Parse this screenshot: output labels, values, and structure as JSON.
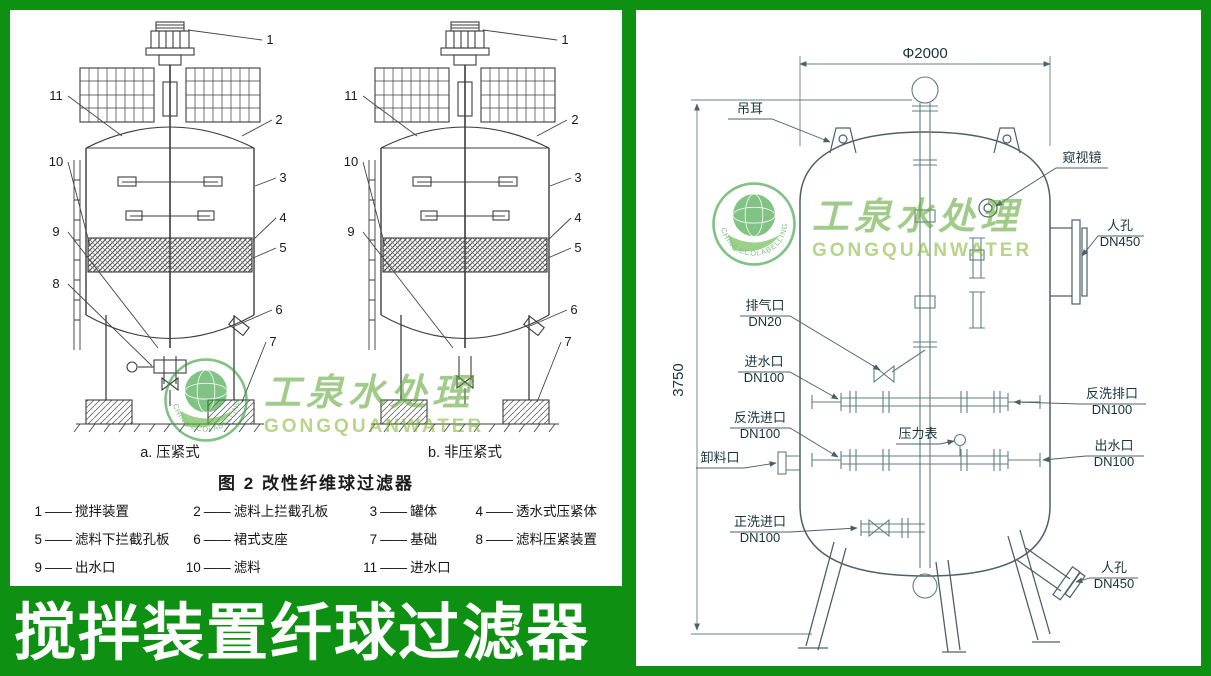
{
  "title": "搅拌装置纤球过滤器",
  "colors": {
    "background": "#0e9012",
    "panel": "#ffffff",
    "drawing_ink": "#3c3c3c",
    "right_ink": "#4d6066",
    "watermark_green": "#2f9a35"
  },
  "figure": {
    "caption": "图 2   改性纤维球过滤器",
    "caption_a": "a. 压紧式",
    "caption_b": "b. 非压紧式"
  },
  "legend": {
    "dash": "——",
    "items": [
      {
        "num": "1",
        "label": "搅拌装置"
      },
      {
        "num": "2",
        "label": "滤料上拦截孔板"
      },
      {
        "num": "3",
        "label": "罐体"
      },
      {
        "num": "4",
        "label": "透水式压紧体"
      },
      {
        "num": "5",
        "label": "滤料下拦截孔板"
      },
      {
        "num": "6",
        "label": "裙式支座"
      },
      {
        "num": "7",
        "label": "基础"
      },
      {
        "num": "8",
        "label": "滤料压紧装置"
      },
      {
        "num": "9",
        "label": "出水口"
      },
      {
        "num": "10",
        "label": "滤料"
      },
      {
        "num": "11",
        "label": "进水口"
      }
    ]
  },
  "right_drawing": {
    "dim_width": "Φ2000",
    "dim_height": "3750",
    "labels": {
      "lifting_lug": "吊耳",
      "sight_glass": "窥视镜",
      "manhole_top": "人孔",
      "manhole_top_dn": "DN450",
      "vent": "排气口",
      "vent_dn": "DN20",
      "inlet": "进水口",
      "inlet_dn": "DN100",
      "backwash_in": "反洗进口",
      "backwash_in_dn": "DN100",
      "discharge": "卸料口",
      "forward_wash": "正洗进口",
      "forward_wash_dn": "DN100",
      "backwash_out": "反洗排口",
      "backwash_out_dn": "DN100",
      "pressure_gauge": "压力表",
      "outlet": "出水口",
      "outlet_dn": "DN100",
      "manhole_bottom": "人孔",
      "manhole_bottom_dn": "DN450"
    }
  },
  "watermark": {
    "ring_text": "CHINA ECOLABELLING",
    "brand_cn": "工泉水处理",
    "brand_en": "GONGQUANWATER"
  }
}
